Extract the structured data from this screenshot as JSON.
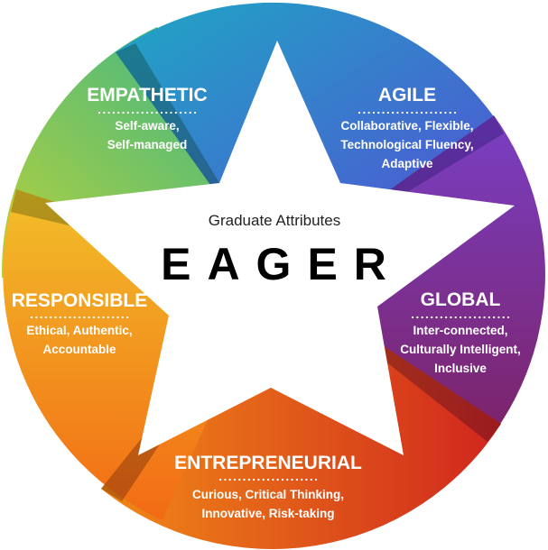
{
  "center": {
    "subtitle": "Graduate Attributes",
    "title": "EAGER"
  },
  "segments": [
    {
      "key": "empathetic",
      "title": "EMPATHETIC",
      "lines": [
        "Self-aware,",
        "Self-managed"
      ],
      "colors": [
        "#b9d23a",
        "#2fb38f"
      ]
    },
    {
      "key": "agile",
      "title": "AGILE",
      "lines": [
        "Collaborative, Flexible,",
        "Technological Fluency,",
        "Adaptive"
      ],
      "colors": [
        "#1ea7c4",
        "#5748d6"
      ]
    },
    {
      "key": "global",
      "title": "GLOBAL",
      "lines": [
        "Inter-connected,",
        "Culturally Intelligent,",
        "Inclusive"
      ],
      "colors": [
        "#7a3fc4",
        "#7c1f5a"
      ]
    },
    {
      "key": "entrepreneurial",
      "title": "ENTREPRENEURIAL",
      "lines": [
        "Curious, Critical Thinking,",
        "Innovative, Risk-taking"
      ],
      "colors": [
        "#f08a16",
        "#d0251e"
      ]
    },
    {
      "key": "responsible",
      "title": "RESPONSIBLE",
      "lines": [
        "Ethical, Authentic,",
        "Accountable"
      ],
      "colors": [
        "#f2c02a",
        "#f26a14"
      ]
    }
  ]
}
